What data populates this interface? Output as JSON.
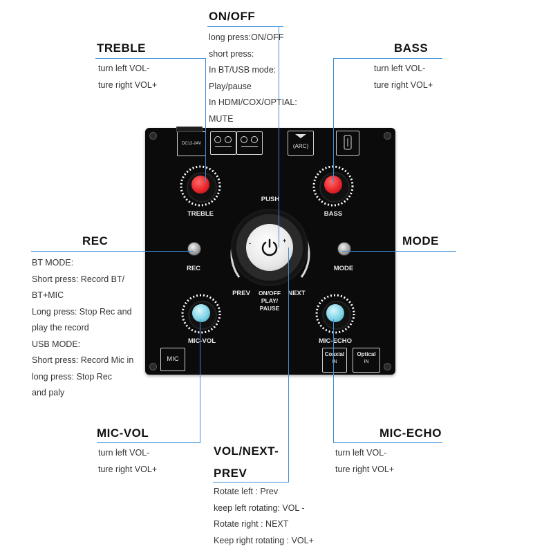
{
  "annotations": {
    "on_off": {
      "title": "ON/OFF",
      "lines": [
        "long press:ON/OFF",
        "short press:",
        "In BT/USB mode:",
        "Play/pause",
        "In HDMI/COX/OPTIAL:",
        "MUTE"
      ]
    },
    "treble": {
      "title": "TREBLE",
      "lines": [
        "turn left VOL-",
        "ture right VOL+"
      ]
    },
    "bass": {
      "title": "BASS",
      "lines": [
        "turn left VOL-",
        "ture right VOL+"
      ]
    },
    "rec": {
      "title": "REC",
      "lines": [
        "BT MODE:",
        "Short press: Record BT/",
        "BT+MIC",
        "Long press: Stop Rec and",
        "play the record",
        "USB MODE:",
        "Short press: Record Mic in",
        "long press: Stop Rec",
        "and paly"
      ]
    },
    "mode": {
      "title": "MODE",
      "lines": []
    },
    "mic_vol": {
      "title": "MIC-VOL",
      "lines": [
        "turn left VOL-",
        "ture right VOL+"
      ]
    },
    "vol_next_prev": {
      "title_1": "VOL/NEXT-",
      "title_2": "PREV",
      "lines": [
        "Rotate left : Prev",
        "keep left rotating:  VOL -",
        "Rotate right : NEXT",
        "Keep right rotating : VOL+"
      ]
    },
    "mic_echo": {
      "title": "MIC-ECHO",
      "lines": [
        "turn left VOL-",
        "ture right VOL+"
      ]
    }
  },
  "board": {
    "labels": {
      "treble": "TREBLE",
      "bass": "BASS",
      "push": "PUSH",
      "rec": "REC",
      "mode": "MODE",
      "prev": "PREV",
      "next": "NEXT",
      "on_off": "ON/OFF",
      "play": "PLAY/",
      "pause": "PAUSE",
      "mic_vol": "MIC-VOL",
      "mic_echo": "MIC-ECHO",
      "mic": "MIC",
      "coaxial": "Coaxial",
      "coaxial_sub": "IN",
      "optical": "Optical",
      "optical_sub": "IN",
      "arc": "(ARC)",
      "dc": "DC12-24V"
    },
    "colors": {
      "red_knob": "#e8262b",
      "cyan_knob": "#7fd3e6",
      "accent_line": "#3a8fd8"
    }
  }
}
